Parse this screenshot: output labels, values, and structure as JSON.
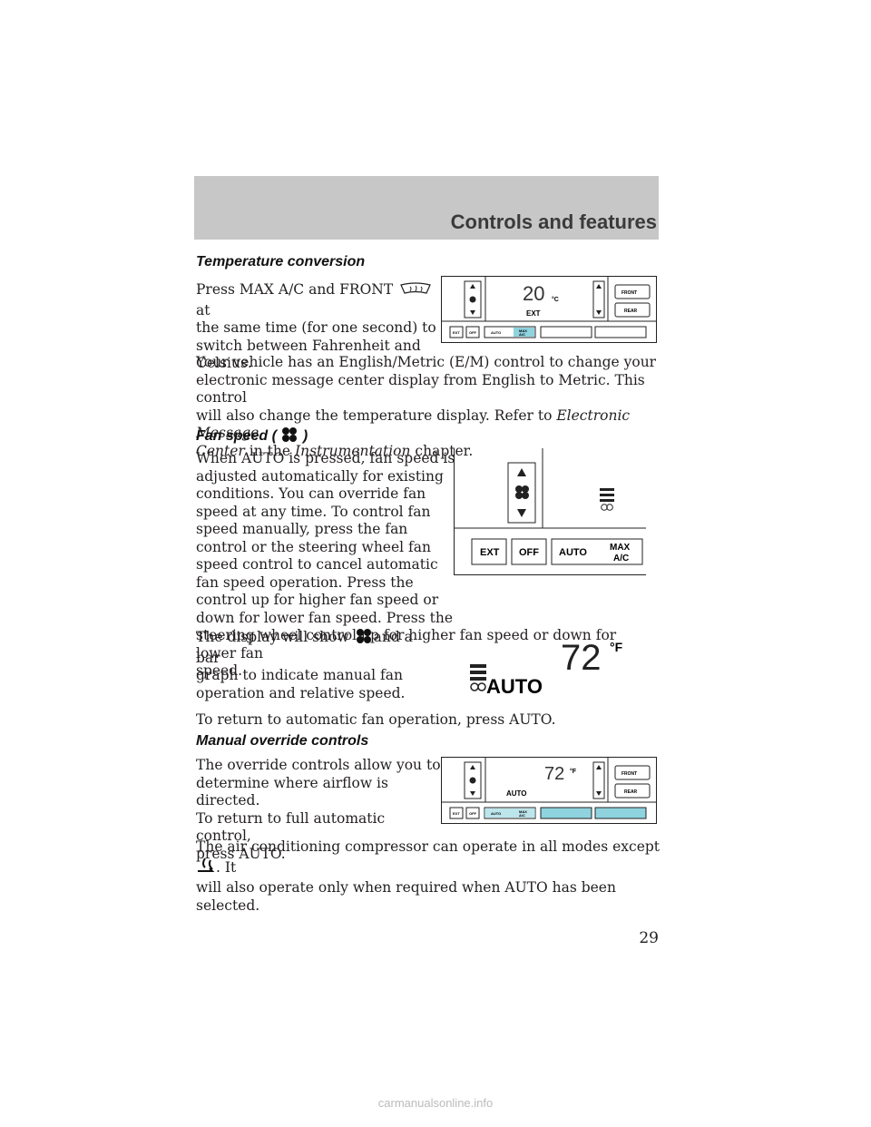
{
  "header": {
    "title": "Controls and features"
  },
  "sections": {
    "temp": {
      "heading": "Temperature conversion",
      "p1_a": "Press MAX A/C and FRONT",
      "p1_b": "at",
      "p1_lines": [
        "the same time (for one second) to",
        "switch between Fahrenheit and",
        "Celsius."
      ],
      "p2_lines": [
        "Your vehicle has an English/Metric (E/M) control to change your",
        "electronic message center display from English to Metric. This control"
      ],
      "p2_c": "will also change the temperature display. Refer to",
      "p2_link1": "Electronic Message",
      "p2_link2": "Center",
      "p2_d": "in the",
      "p2_link3": "Instrumentation",
      "p2_e": "chapter."
    },
    "fan": {
      "heading_a": "Fan speed (",
      "heading_b": ")",
      "p1_lines": [
        "When AUTO is pressed, fan speed is",
        "adjusted automatically for existing",
        "conditions. You can override fan",
        "speed at any time. To control fan",
        "speed manually, press the fan",
        "control or the steering wheel fan",
        "speed control to cancel automatic",
        "fan speed operation. Press the",
        "control up for higher fan speed or",
        "down for lower fan speed. Press the",
        "steering wheel control up for higher fan speed or down for lower fan",
        "speed."
      ],
      "p2_a": "The display will show",
      "p2_b": "and a bar",
      "p2_lines": [
        "graph to indicate manual fan",
        "operation and relative speed."
      ],
      "p3": "To return to automatic fan operation, press AUTO."
    },
    "manual": {
      "heading": "Manual override controls",
      "p1_lines": [
        "The override controls allow you to",
        "determine where airflow is directed.",
        "To return to full automatic control,",
        "press AUTO."
      ],
      "p2_a": "The air conditioning compressor can operate in all modes except",
      "p2_b": ". It",
      "p2_c": "will also operate only when required when AUTO has been selected."
    }
  },
  "panels": {
    "panel1": {
      "temp": "20",
      "unit": "°C",
      "mode": "EXT"
    },
    "panel2": {
      "buttons": [
        "EXT",
        "OFF",
        "AUTO",
        "MAX",
        "A/C"
      ]
    },
    "display": {
      "temp": "72",
      "unit": "°F",
      "mode": "AUTO"
    },
    "panel3": {
      "temp": "72",
      "unit": "°F",
      "mode": "AUTO"
    },
    "panel_labels": {
      "front": "FRONT",
      "rear": "REAR",
      "ext": "EXT",
      "off": "OFF",
      "auto": "AUTO",
      "max": "MAX",
      "ac": "A/C"
    }
  },
  "page_number": "29",
  "footer": "carmanualsonline.info",
  "colors": {
    "header_band": "#c7c7c7",
    "max_ac_highlight": "#8fd3df"
  }
}
